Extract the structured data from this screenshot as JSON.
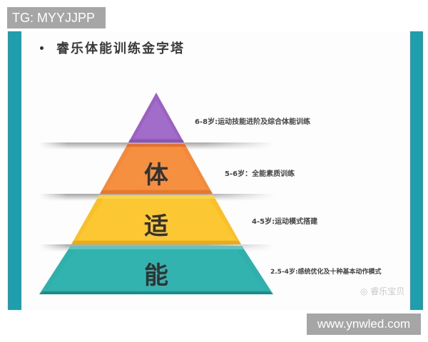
{
  "watermarks": {
    "top_left": "TG: MYYJJPP",
    "bottom_right": "www.ynwled.com",
    "logo_text": "睿乐宝贝",
    "logo_icon": "wechat-icon"
  },
  "slide": {
    "title": "睿乐体能训练金字塔",
    "accent_color": "#1f9fae"
  },
  "pyramid": {
    "levels": [
      {
        "name": "top",
        "char": "",
        "color": "#9b62c4",
        "label": "6-8岁:运动技能进阶及综合体能训练"
      },
      {
        "name": "upper-middle",
        "char": "体",
        "color": "#f5893a",
        "label": "5-6岁：全能素质训练"
      },
      {
        "name": "lower-middle",
        "char": "适",
        "color": "#f9c127",
        "label": "4-5岁:运动模式搭建"
      },
      {
        "name": "base",
        "char": "能",
        "color": "#2fb0ad",
        "label": "2.5-4岁:感统优化及十种基本动作模式"
      }
    ]
  }
}
